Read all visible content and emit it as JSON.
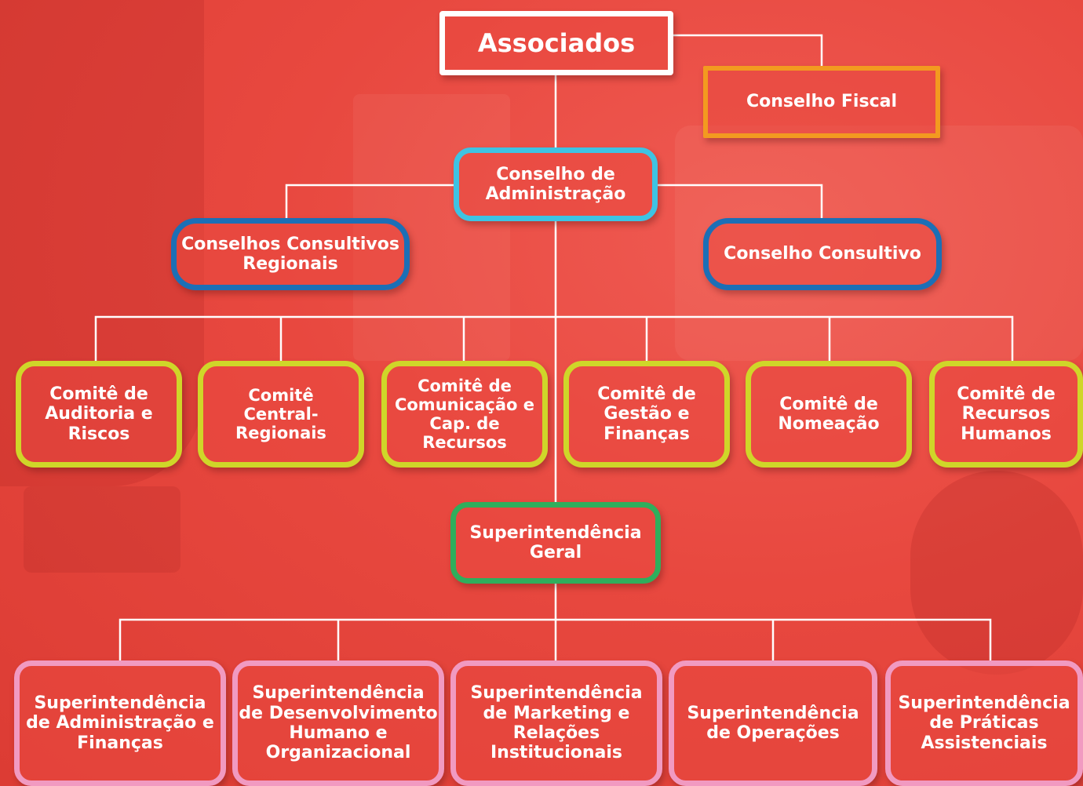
{
  "diagram": {
    "nodes": [
      {
        "id": "associados",
        "label": "Associados",
        "style": "root"
      },
      {
        "id": "conselho_fiscal",
        "label": "Conselho Fiscal",
        "style": "fiscal"
      },
      {
        "id": "conselho_adm",
        "label": "Conselho de\nAdministração",
        "style": "cyan"
      },
      {
        "id": "consultivos_regionais",
        "label": "Conselhos Consultivos\nRegionais",
        "style": "blue"
      },
      {
        "id": "conselho_consultivo",
        "label": "Conselho Consultivo",
        "style": "blue"
      },
      {
        "id": "comite_auditoria",
        "label": "Comitê de\nAuditoria e\nRiscos",
        "style": "lime"
      },
      {
        "id": "comite_central",
        "label": "Comitê\nCentral-Regionais",
        "style": "lime"
      },
      {
        "id": "comite_comunicacao",
        "label": "Comitê de\nComunicação e\nCap. de Recursos",
        "style": "lime"
      },
      {
        "id": "comite_gestao",
        "label": "Comitê de\nGestão e\nFinanças",
        "style": "lime"
      },
      {
        "id": "comite_nomeacao",
        "label": "Comitê de\nNomeação",
        "style": "lime"
      },
      {
        "id": "comite_rh",
        "label": "Comitê de\nRecursos\nHumanos",
        "style": "lime"
      },
      {
        "id": "sup_geral",
        "label": "Superintendência\nGeral",
        "style": "green"
      },
      {
        "id": "sup_adm",
        "label": "Superintendência\nde Administração e\nFinanças",
        "style": "pink"
      },
      {
        "id": "sup_dho",
        "label": "Superintendência\nde Desenvolvimento\nHumano e\nOrganizacional",
        "style": "pink"
      },
      {
        "id": "sup_marketing",
        "label": "Superintendência\nde Marketing e\nRelações\nInstitucionais",
        "style": "pink"
      },
      {
        "id": "sup_operacoes",
        "label": "Superintendência\nde Operações",
        "style": "pink"
      },
      {
        "id": "sup_praticas",
        "label": "Superintendência\nde Práticas\nAssistenciais",
        "style": "pink"
      }
    ],
    "edges": [
      [
        "associados",
        "conselho_fiscal"
      ],
      [
        "associados",
        "conselho_adm"
      ],
      [
        "conselho_adm",
        "consultivos_regionais"
      ],
      [
        "conselho_adm",
        "conselho_consultivo"
      ],
      [
        "conselho_adm",
        "comite_auditoria"
      ],
      [
        "conselho_adm",
        "comite_central"
      ],
      [
        "conselho_adm",
        "comite_comunicacao"
      ],
      [
        "conselho_adm",
        "comite_gestao"
      ],
      [
        "conselho_adm",
        "comite_nomeacao"
      ],
      [
        "conselho_adm",
        "comite_rh"
      ],
      [
        "conselho_adm",
        "sup_geral"
      ],
      [
        "sup_geral",
        "sup_adm"
      ],
      [
        "sup_geral",
        "sup_dho"
      ],
      [
        "sup_geral",
        "sup_marketing"
      ],
      [
        "sup_geral",
        "sup_operacoes"
      ],
      [
        "sup_geral",
        "sup_praticas"
      ]
    ],
    "colors": {
      "background": "#e8483f",
      "root_border": "#ffffff",
      "fiscal_border": "#f39a20",
      "cyan_border": "#3ec3e3",
      "blue_border": "#1c6fb6",
      "lime_border": "#cfd629",
      "green_border": "#2fae5c",
      "pink_border": "#f19ac1",
      "connector": "#ffffff"
    }
  }
}
